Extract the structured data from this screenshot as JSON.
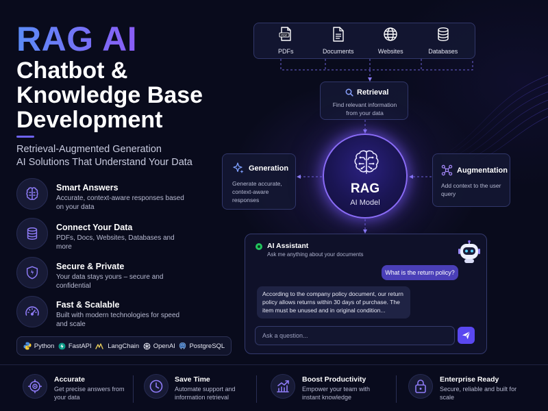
{
  "hero": {
    "title_accent": "RAG AI",
    "title_lines": [
      "Chatbot &",
      "Knowledge Base",
      "Development"
    ],
    "subtitle_lines": [
      "Retrieval-Augmented Generation",
      "AI Solutions That Understand Your Data"
    ]
  },
  "features": [
    {
      "title": "Smart Answers",
      "desc": "Accurate, context-aware responses based on your data",
      "icon": "brain-icon"
    },
    {
      "title": "Connect Your Data",
      "desc": "PDFs, Docs, Websites, Databases and more",
      "icon": "database-icon"
    },
    {
      "title": "Secure & Private",
      "desc": "Your data stays yours – secure and confidential",
      "icon": "shield-icon"
    },
    {
      "title": "Fast & Scalable",
      "desc": "Built with modern technologies for speed and scale",
      "icon": "speedometer-icon"
    }
  ],
  "tech_stack": [
    "Python",
    "FastAPI",
    "LangChain",
    "OpenAI",
    "PostgreSQL"
  ],
  "sources": [
    {
      "label": "PDFs",
      "icon": "pdf-file-icon"
    },
    {
      "label": "Documents",
      "icon": "document-icon"
    },
    {
      "label": "Websites",
      "icon": "globe-icon"
    },
    {
      "label": "Databases",
      "icon": "database-icon"
    }
  ],
  "retrieval": {
    "title": "Retrieval",
    "desc": "Find relevant information from your data"
  },
  "generation": {
    "title": "Generation",
    "desc": "Generate accurate, context-aware responses"
  },
  "augmentation": {
    "title": "Augmentation",
    "desc": "Add context to the user query"
  },
  "core": {
    "title": "RAG",
    "subtitle": "AI Model"
  },
  "chat": {
    "title": "AI Assistant",
    "subtitle": "Ask me anything about your documents",
    "user_message": "What is the return policy?",
    "ai_message": "According to the company policy document, our return policy allows returns within 30 days of purchase. The item must be unused and in original condition...",
    "input_placeholder": "Ask a question...",
    "status_color": "#22c55e"
  },
  "benefits": [
    {
      "title": "Accurate",
      "desc": "Get precise answers from your data",
      "icon": "target-icon"
    },
    {
      "title": "Save Time",
      "desc": "Automate support and information retrieval",
      "icon": "clock-icon"
    },
    {
      "title": "Boost Productivity",
      "desc": "Empower your team with instant knowledge",
      "icon": "growth-chart-icon"
    },
    {
      "title": "Enterprise Ready",
      "desc": "Secure, reliable and built for scale",
      "icon": "lock-icon"
    }
  ],
  "colors": {
    "accent": "#7b66f5",
    "background": "#090b1c",
    "glow": "#8a6cf7"
  }
}
